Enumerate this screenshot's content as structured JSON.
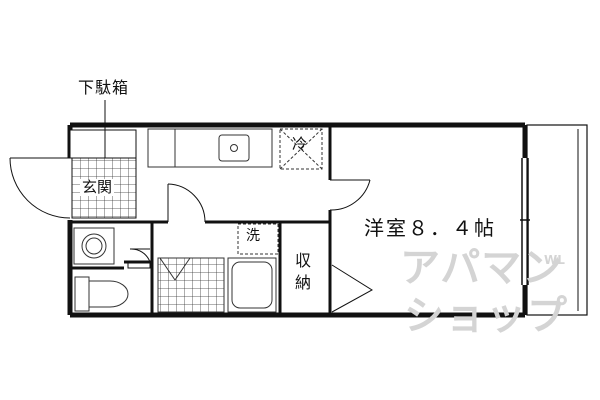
{
  "labels": {
    "shoe_box": "下駄箱",
    "entrance": "玄関",
    "fridge": "冷",
    "washer": "洗",
    "main_room": "洋室８．４帖",
    "storage": "収納"
  },
  "watermark": {
    "line1": "アパマン",
    "line2": "ショップ",
    "side": "WL"
  },
  "colors": {
    "wall": "#111111",
    "fixture": "#555555",
    "watermark": "#d4d4d4"
  }
}
